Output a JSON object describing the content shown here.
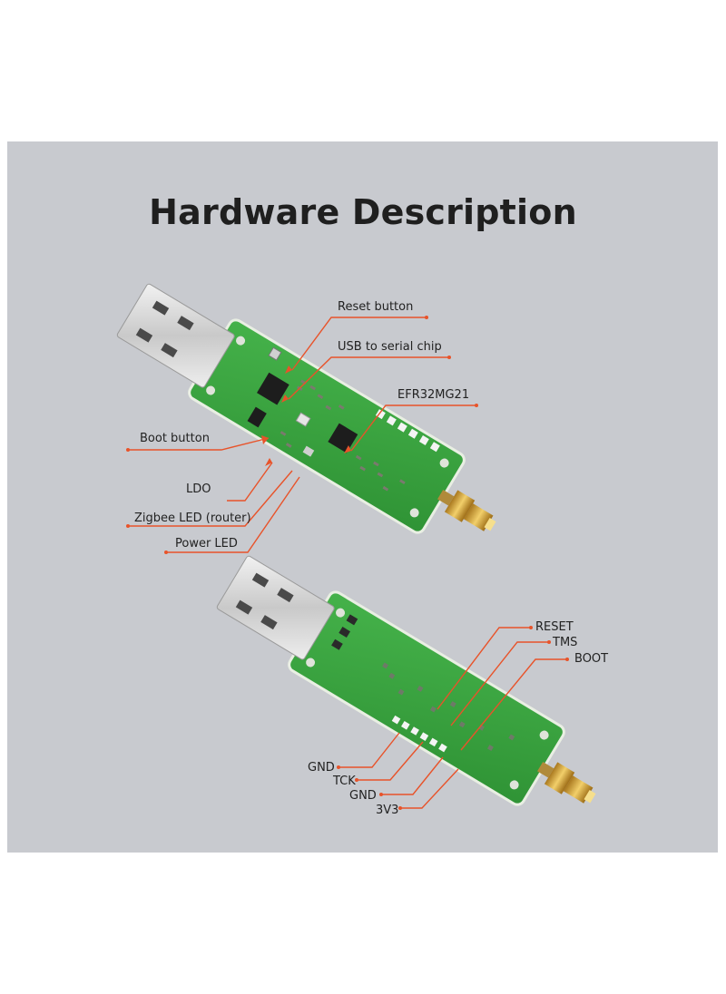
{
  "title": "Hardware Description",
  "colors": {
    "background": "#c8cacf",
    "pcb": "#3aa63e",
    "leader": "#e8532a",
    "usb_metal": "#d8d8d8"
  },
  "board_top": {
    "labels": {
      "reset_button": "Reset button",
      "usb_serial_chip": "USB to serial chip",
      "efr32": "EFR32MG21",
      "boot_button": "Boot button",
      "ldo": "LDO",
      "zigbee_led": "Zigbee LED (router)",
      "power_led": "Power LED"
    }
  },
  "board_bottom": {
    "labels": {
      "reset": "RESET",
      "tms": "TMS",
      "boot": "BOOT",
      "gnd1": "GND",
      "tck": "TCK",
      "gnd2": "GND",
      "v3": "3V3"
    }
  }
}
